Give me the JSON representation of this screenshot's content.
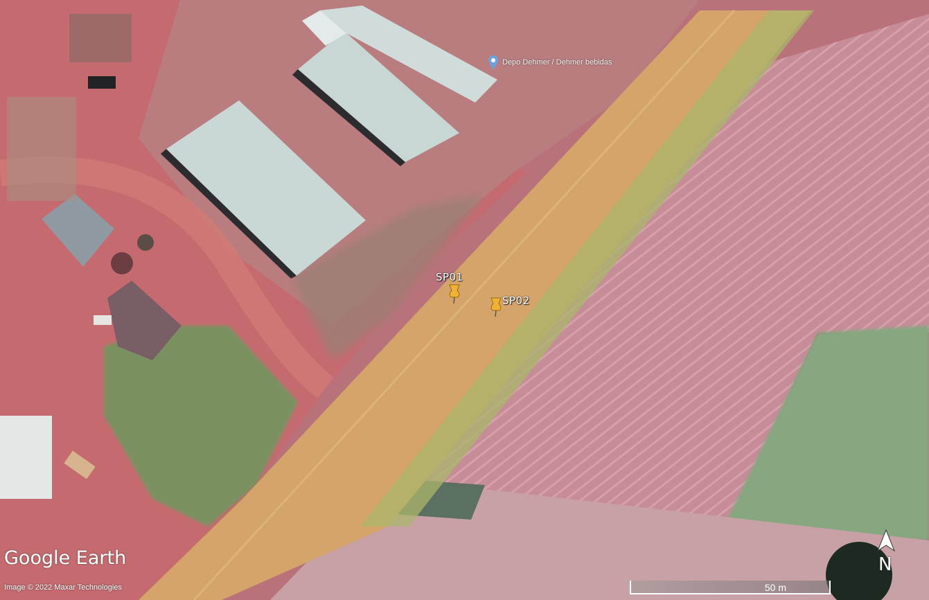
{
  "map": {
    "brand": "Google Earth",
    "credit": "Image © 2022 Maxar Technologies",
    "scale_label": "50 m",
    "north_label": "N",
    "poi_label": "Depo Dehmer / Dehmer bebidas",
    "pins": [
      {
        "label": "SP01",
        "color": "#f1b233"
      },
      {
        "label": "SP02",
        "color": "#f1b233"
      }
    ],
    "icons": {
      "poi": "location-pin-icon",
      "north": "north-arrow-icon",
      "sample": "pushpin-icon"
    },
    "colors": {
      "road": "#d8a66d",
      "field": "#c78a95",
      "grass": "#7fa57a",
      "roof": "#c7d6d3",
      "dirt": "#c96a6c"
    }
  }
}
